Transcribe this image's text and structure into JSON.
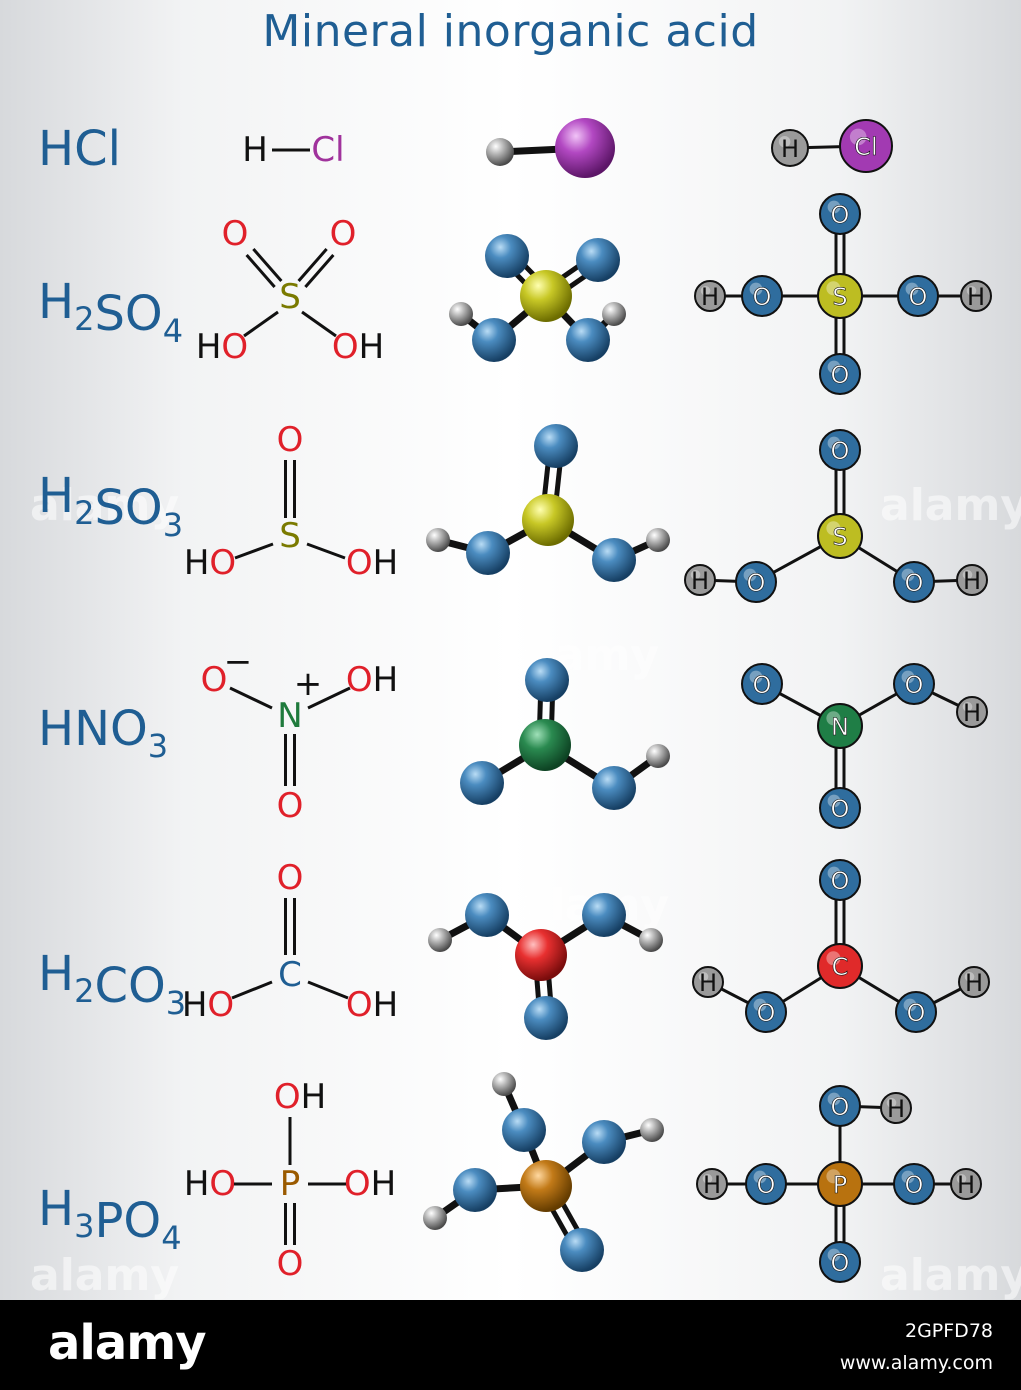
{
  "title": "Mineral inorganic acid",
  "watermark": "alamy",
  "footer": {
    "brand": "alamy",
    "image_id": "2GPFD78",
    "site_url": "www.alamy.com"
  },
  "colors": {
    "title": "#1f5e93",
    "oxygen_text": "#e0202a",
    "hydrogen_text": "#111111",
    "chlorine_text": "#a0329c",
    "sulfur_text": "#7a7a00",
    "nitrogen_text": "#1e7a3c",
    "carbon_text": "#1f5e93",
    "phosphorus_text": "#9a5a00",
    "oxygen_ball": "#2f6d9e",
    "hydrogen_ball": "#9a9a9a",
    "chlorine_ball": "#a23ab2",
    "sulfur_ball": "#bdbd22",
    "nitrogen_ball": "#1f7e46",
    "carbon_ball": "#e02a2a",
    "phosphorus_ball": "#b8720f"
  },
  "acids": [
    {
      "id": "hcl",
      "formula": [
        [
          "H",
          ""
        ],
        [
          "Cl",
          ""
        ]
      ]
    },
    {
      "id": "h2so4",
      "formula": [
        [
          "H",
          "2"
        ],
        [
          "S",
          ""
        ],
        [
          "O",
          "4"
        ]
      ]
    },
    {
      "id": "h2so3",
      "formula": [
        [
          "H",
          "2"
        ],
        [
          "S",
          ""
        ],
        [
          "O",
          "3"
        ]
      ]
    },
    {
      "id": "hno3",
      "formula": [
        [
          "H",
          ""
        ],
        [
          "N",
          ""
        ],
        [
          "O",
          "3"
        ]
      ]
    },
    {
      "id": "h2co3",
      "formula": [
        [
          "H",
          "2"
        ],
        [
          "C",
          ""
        ],
        [
          "O",
          "3"
        ]
      ]
    },
    {
      "id": "h3po4",
      "formula": [
        [
          "H",
          "3"
        ],
        [
          "P",
          ""
        ],
        [
          "O",
          "4"
        ]
      ]
    }
  ],
  "atom_labels": {
    "H": "H",
    "Cl": "Cl",
    "O": "O",
    "OH": "OH",
    "HO": "HO",
    "S": "S",
    "N": "N",
    "C": "C",
    "P": "P"
  },
  "charges": {
    "minus": "−",
    "plus": "+"
  }
}
